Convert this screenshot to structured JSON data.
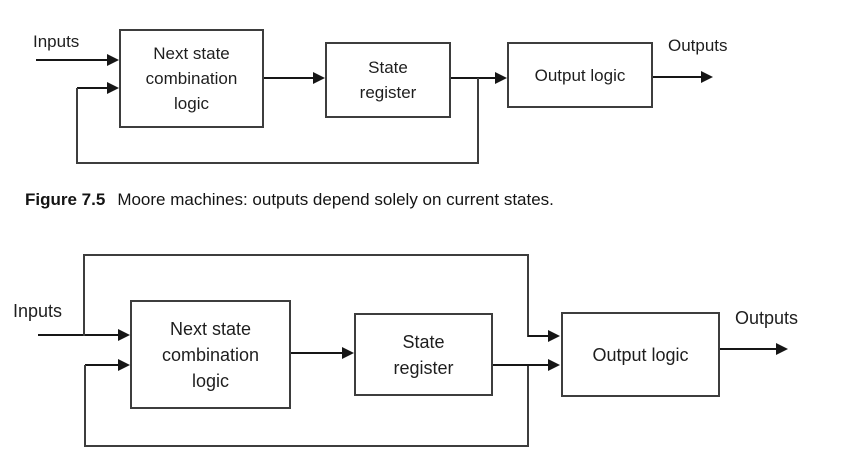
{
  "colors": {
    "line": "#3d3d3d",
    "arrowhead": "#161616",
    "text": "#1e1e1e"
  },
  "moore": {
    "inputs_label": "Inputs",
    "outputs_label": "Outputs",
    "next_state_box": {
      "line1": "Next state",
      "line2": "combination",
      "line3": "logic"
    },
    "state_register_box": {
      "line1": "State",
      "line2": "register"
    },
    "output_logic_box": {
      "label": "Output logic"
    }
  },
  "caption": {
    "label": "Figure 7.5",
    "text": "Moore machines: outputs depend solely on current states."
  },
  "mealy": {
    "inputs_label": "Inputs",
    "outputs_label": "Outputs",
    "next_state_box": {
      "line1": "Next state",
      "line2": "combination",
      "line3": "logic"
    },
    "state_register_box": {
      "line1": "State",
      "line2": "register"
    },
    "output_logic_box": {
      "label": "Output logic"
    }
  }
}
